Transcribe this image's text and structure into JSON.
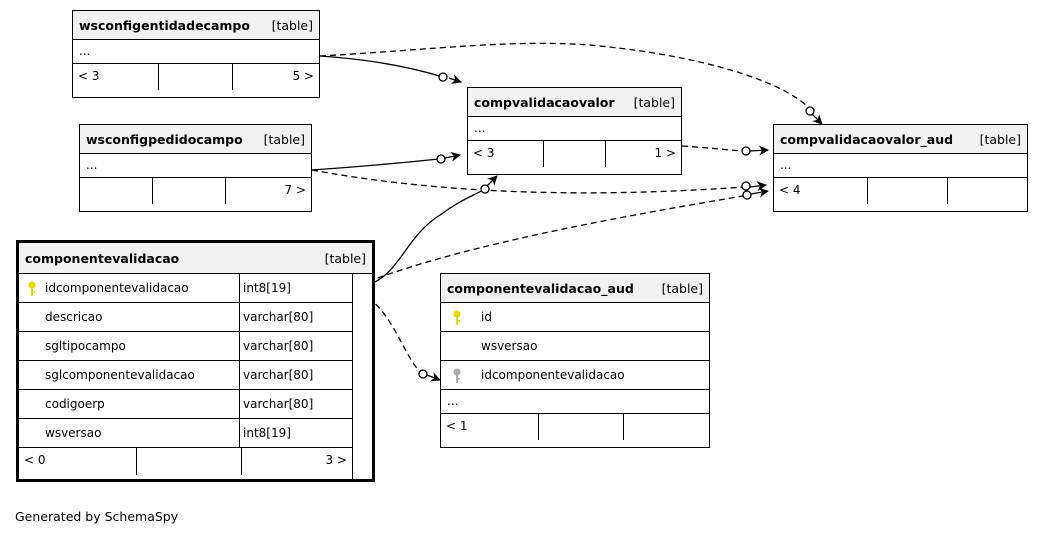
{
  "tables": {
    "wsconfigentidadecampo": {
      "name": "wsconfigentidadecampo",
      "type": "[table]",
      "ellipsis": "...",
      "foot": [
        "< 3",
        "",
        "5 >"
      ]
    },
    "compvalidacaovalor": {
      "name": "compvalidacaovalor",
      "type": "[table]",
      "ellipsis": "...",
      "foot": [
        "< 3",
        "",
        "1 >"
      ]
    },
    "wsconfigpedidocampo": {
      "name": "wsconfigpedidocampo",
      "type": "[table]",
      "ellipsis": "...",
      "foot": [
        "",
        "",
        "7 >"
      ]
    },
    "compvalidacaovalor_aud": {
      "name": "compvalidacaovalor_aud",
      "type": "[table]",
      "ellipsis": "...",
      "foot": [
        "< 4",
        "",
        ""
      ]
    },
    "componentevalidacao": {
      "name": "componentevalidacao",
      "type": "[table]",
      "columns": [
        {
          "name": "idcomponentevalidacao",
          "dtype": "int8[19]",
          "pk": true
        },
        {
          "name": "descricao",
          "dtype": "varchar[80]"
        },
        {
          "name": "sgltipocampo",
          "dtype": "varchar[80]"
        },
        {
          "name": "sglcomponentevalidacao",
          "dtype": "varchar[80]"
        },
        {
          "name": "codigoerp",
          "dtype": "varchar[80]"
        },
        {
          "name": "wsversao",
          "dtype": "int8[19]"
        }
      ],
      "foot": [
        "< 0",
        "",
        "3 >"
      ]
    },
    "componentevalidacao_aud": {
      "name": "componentevalidacao_aud",
      "type": "[table]",
      "columns": [
        {
          "name": "id",
          "pk": true
        },
        {
          "name": "wsversao"
        },
        {
          "name": "idcomponentevalidacao",
          "fk": true
        }
      ],
      "ellipsis": "...",
      "foot": [
        "< 1",
        "",
        ""
      ]
    }
  },
  "footer": "Generated by SchemaSpy",
  "colors": {
    "pk_key": "#e6d800",
    "fk_key": "#aaaaaa",
    "header_bg": "#f2f2f2"
  }
}
